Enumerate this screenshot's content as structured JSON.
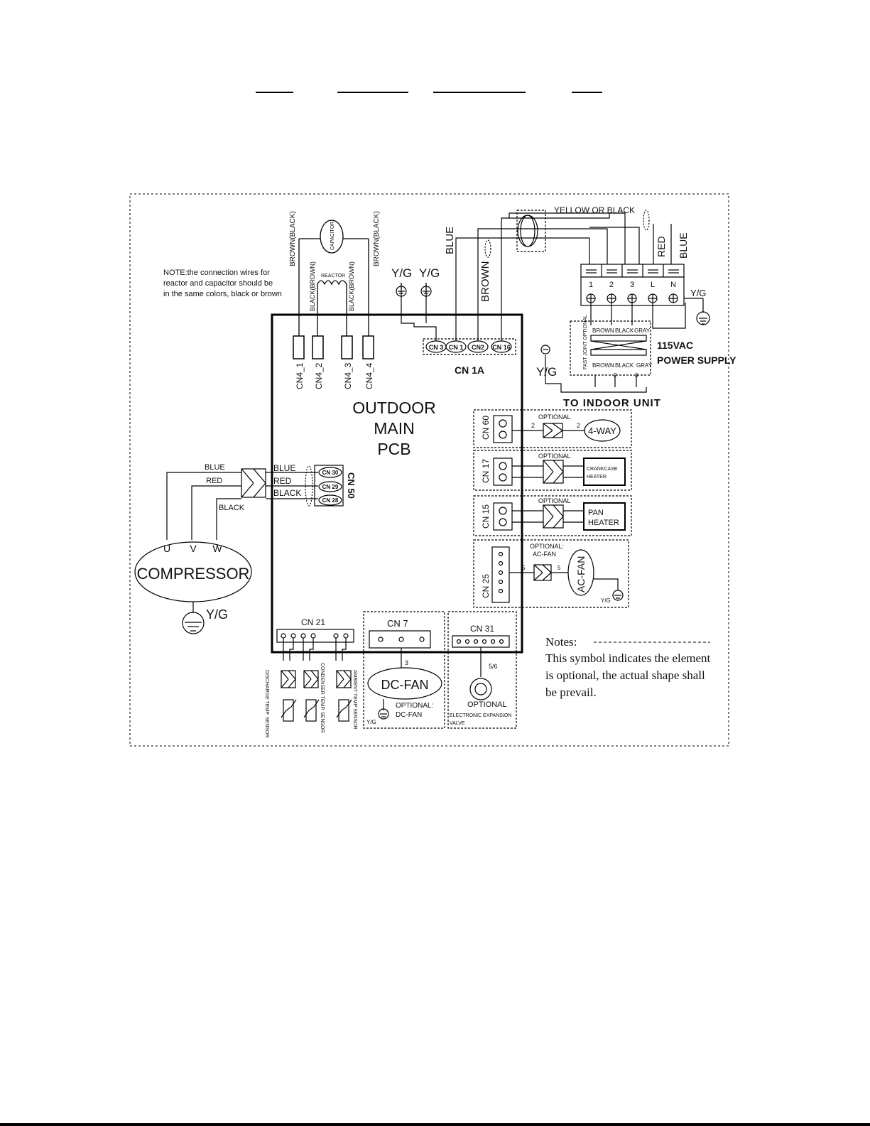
{
  "header_blanks": [
    "",
    "",
    "",
    ""
  ],
  "note_top": [
    "NOTE:the connection wires for",
    "reactor and capacitor should be",
    "in the same colors, black or brown"
  ],
  "wires": {
    "brown_black": "BROWN(BLACK)",
    "black_brown": "BLACK(BROWN)",
    "yellow_or_black": "YELLOW OR BLACK",
    "blue": "BLUE",
    "brown": "BROWN",
    "red": "RED",
    "black": "BLACK",
    "yg": "Y/G"
  },
  "capacitor": "CAPACITOR",
  "reactor": "REACTOR",
  "pcb_title": [
    "OUTDOOR",
    "MAIN",
    "PCB"
  ],
  "cn4": [
    "CN4_1",
    "CN4_2",
    "CN4_3",
    "CN4_4"
  ],
  "cn1a": {
    "pins": [
      "CN 3",
      "CN 1",
      "CN2",
      "CN 16"
    ],
    "label": "CN 1A"
  },
  "terminal": {
    "labels": [
      "1",
      "2",
      "3",
      "L",
      "N"
    ],
    "supply": [
      "115VAC",
      "POWER SUPPLY"
    ]
  },
  "fast_joint": {
    "label": "FAST JOINT OPTIONAL",
    "top": [
      "BROWN",
      "BLACK",
      "GRAY"
    ],
    "bottom": [
      "BROWN",
      "BLACK",
      "GRAY"
    ],
    "nums": [
      "1",
      "2",
      "3"
    ]
  },
  "to_indoor": "TO  INDOOR  UNIT",
  "cn50": {
    "label": "CN 50",
    "pins": [
      "CN 30",
      "CN 29",
      "CN 28"
    ],
    "wires": [
      "BLUE",
      "RED",
      "BLACK"
    ]
  },
  "compressor": {
    "label": "COMPRESSOR",
    "uvw": [
      "U",
      "V",
      "W"
    ]
  },
  "optional": "OPTIONAL",
  "cn60": {
    "label": "CN 60",
    "device": "4-WAY",
    "count": "2"
  },
  "cn17": {
    "label": "CN 17",
    "device": [
      "CRANKCASE",
      "HEATER"
    ]
  },
  "cn15": {
    "label": "CN 15",
    "device": [
      "PAN",
      "HEATER"
    ]
  },
  "cn25": {
    "label": "CN 25",
    "optional": [
      "OPTIONAL:",
      "AC-FAN"
    ],
    "device": "AC-FAN",
    "count": "5"
  },
  "cn21": {
    "label": "CN 21",
    "sensors": [
      "DISCHARGE TEMP. SENSOR",
      "CONDENSER TEMP. SENSOR",
      "AMBIENT TEMP SENSOR"
    ]
  },
  "cn7": {
    "label": "CN 7",
    "count": "3",
    "device": "DC-FAN",
    "optional": [
      "OPTIONAL:",
      "DC-FAN"
    ]
  },
  "cn31": {
    "label": "CN 31",
    "count": "5/6",
    "optional": "OPTIONAL",
    "device": [
      "ELECTRONIC EXPANSION",
      "VALVE"
    ]
  },
  "notes": {
    "title": "Notes:",
    "lines": [
      "This symbol indicates the element",
      "is optional, the actual shape shall",
      "be prevail."
    ]
  }
}
